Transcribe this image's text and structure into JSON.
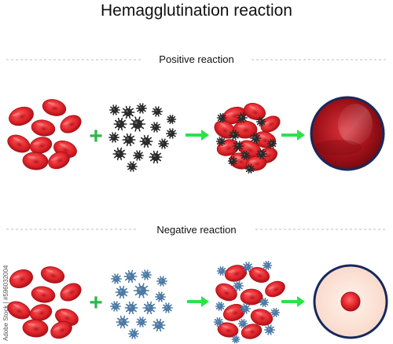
{
  "title": "Hemagglutination reaction",
  "rows": [
    {
      "label": "Positive reaction",
      "operator": "+",
      "result": "agglutination"
    },
    {
      "label": "Negative reaction",
      "operator": "+",
      "result": "button"
    }
  ],
  "colors": {
    "rbc": "#e3262c",
    "rbc_dark": "#a30f16",
    "virus_positive": "#2a2a2a",
    "virus_negative": "#4d7aa6",
    "plus": "#2db84a",
    "arrow": "#2ee04d",
    "well_ring": "#17295c",
    "agglutination_fill": "#b9151d",
    "negative_well_fill": "#fde6dc"
  },
  "icons": [
    "red-blood-cell-icon",
    "virus-particle-icon",
    "plus-icon",
    "arrow-right-icon",
    "well-icon"
  ],
  "watermark": "Adobe Stock | #596032004"
}
